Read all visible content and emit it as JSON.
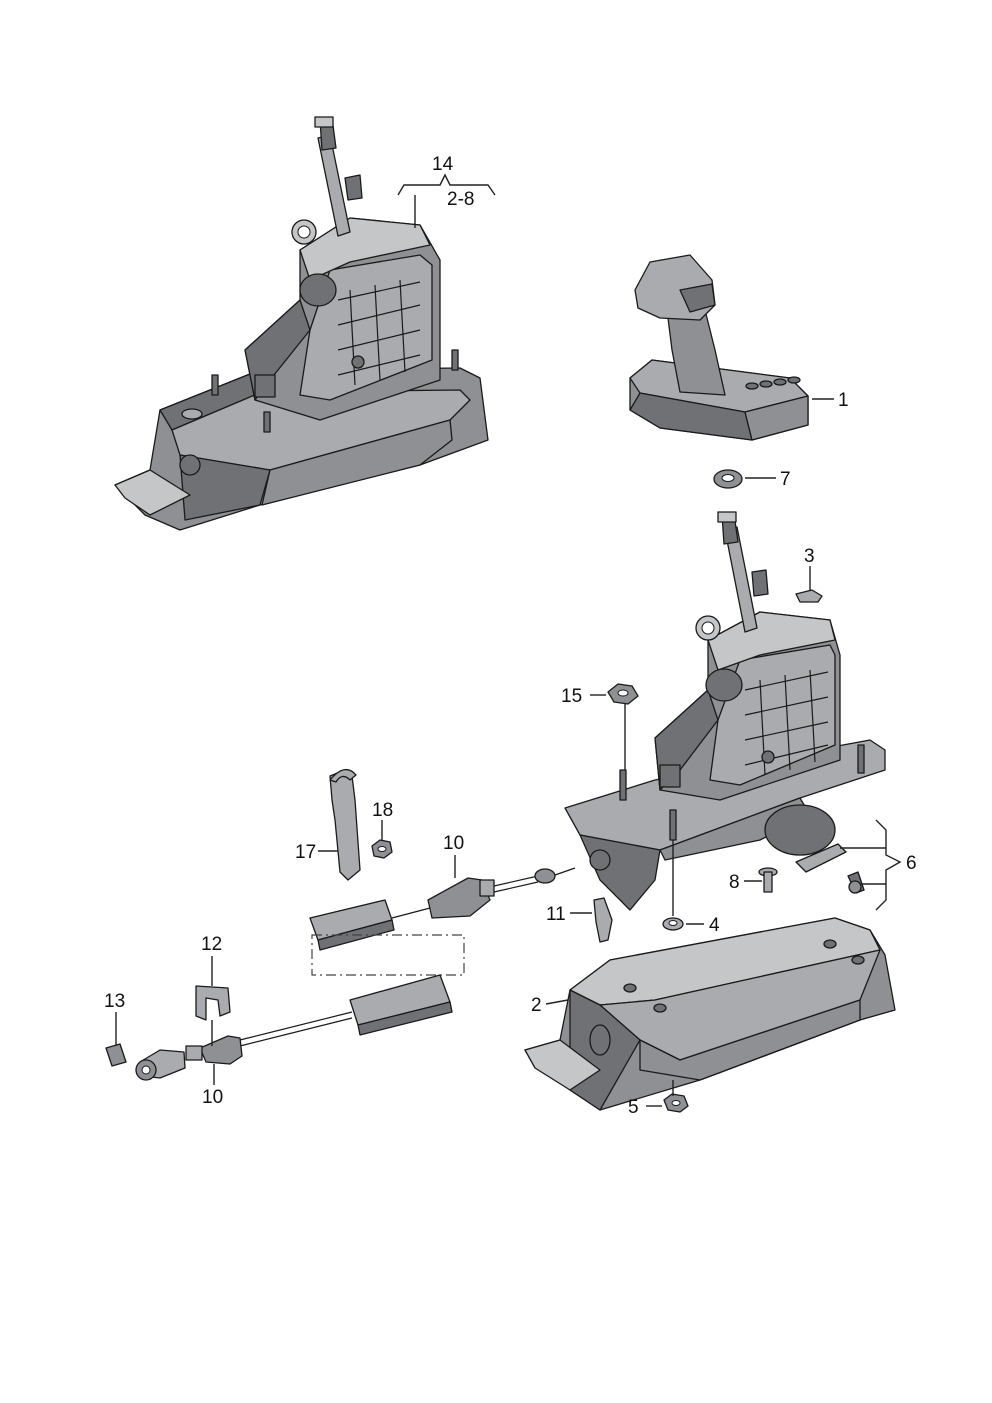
{
  "diagram": {
    "labels": {
      "l1": "1",
      "l2": "2",
      "l3": "3",
      "l4": "4",
      "l5": "5",
      "l6": "6",
      "l7": "7",
      "l8": "8",
      "l10a": "10",
      "l10b": "10",
      "l11": "11",
      "l12": "12",
      "l13": "13",
      "l14": "14",
      "l14range": "2-8",
      "l15": "15",
      "l17": "17",
      "l18": "18"
    }
  }
}
